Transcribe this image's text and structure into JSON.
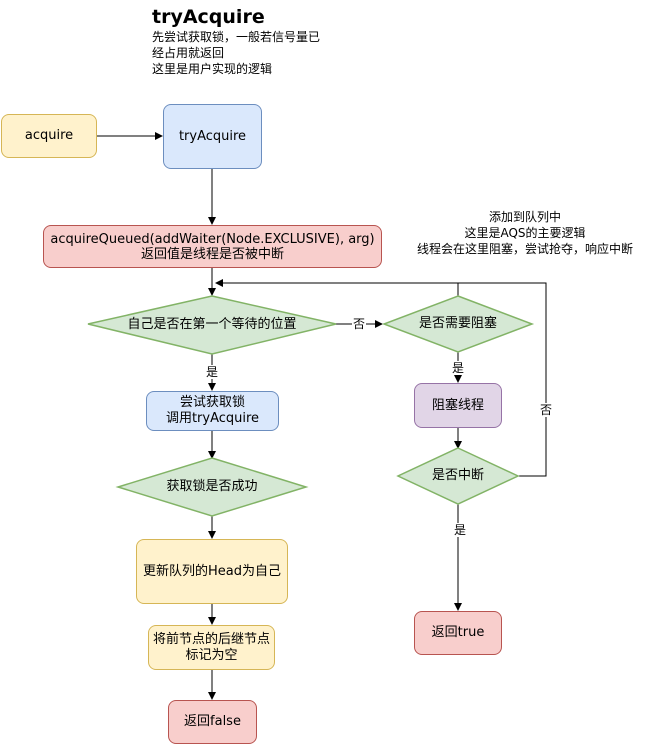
{
  "title": "tryAcquire",
  "notes": {
    "try_acquire": [
      "先尝试获取锁，一般若信号量已",
      "经占用就返回",
      "这里是用户实现的逻辑"
    ],
    "enqueue": [
      "添加到队列中",
      "这里是AQS的主要逻辑",
      "线程会在这里阻塞，尝试抢夺，响应中断"
    ]
  },
  "nodes": {
    "acquire": "acquire",
    "try_acquire": "tryAcquire",
    "acquire_queued": [
      "acquireQueued(addWaiter(Node.EXCLUSIVE), arg)",
      "返回值是线程是否被中断"
    ],
    "is_first": "自己是否在第一个等待的位置",
    "need_park": "是否需要阻塞",
    "try_lock": [
      "尝试获取锁",
      "调用tryAcquire"
    ],
    "park_thread": "阻塞线程",
    "got_lock": "获取锁是否成功",
    "interrupted": "是否中断",
    "set_head": "更新队列的Head为自己",
    "clear_next": [
      "将前节点的后继节点",
      "标记为空"
    ],
    "return_true": "返回true",
    "return_false": "返回false"
  },
  "edge_labels": {
    "is_first_no": "否",
    "is_first_yes": "是",
    "need_park_yes": "是",
    "interrupted_no": "否",
    "interrupted_yes": "是"
  }
}
